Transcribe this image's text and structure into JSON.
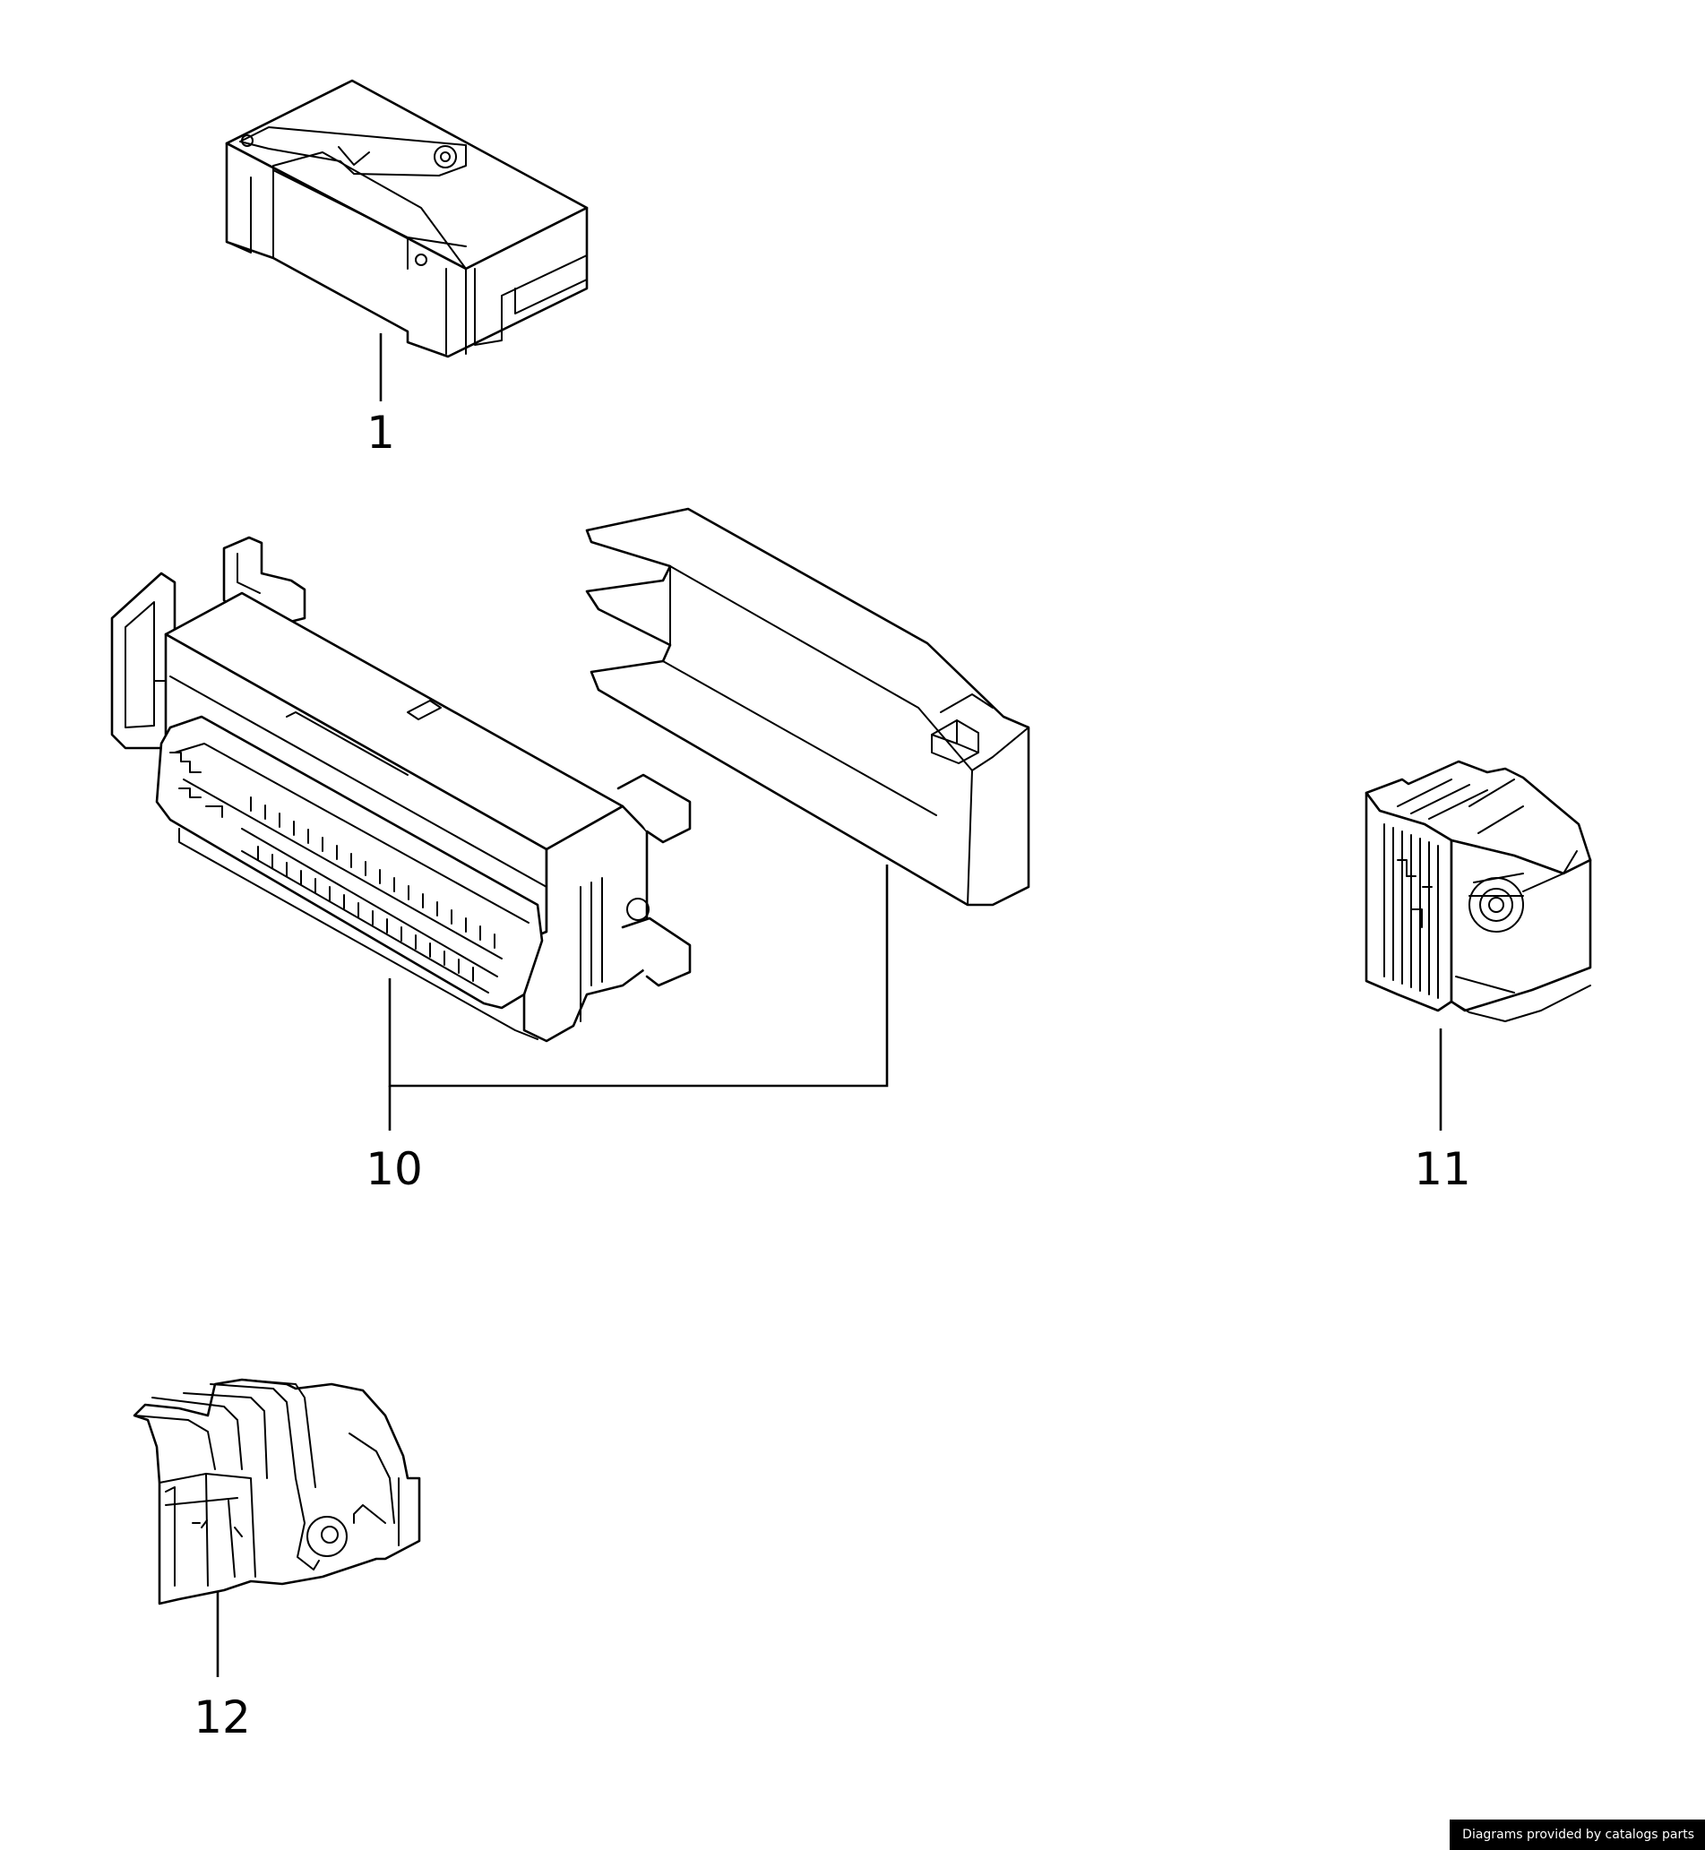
{
  "diagram": {
    "parts": [
      {
        "callout": "1",
        "icon": "ecu-connector-housing-icon"
      },
      {
        "callout": "10",
        "icon": "multi-pin-connector-with-cover-icon"
      },
      {
        "callout": "11",
        "icon": "small-connector-housing-icon"
      },
      {
        "callout": "12",
        "icon": "locking-lever-connector-icon"
      }
    ]
  },
  "footer": {
    "credit": "Diagrams provided by catalogs parts"
  },
  "colors": {
    "line": "#000000",
    "background": "#ffffff",
    "credit_bg": "#000000",
    "credit_text": "#ffffff"
  }
}
